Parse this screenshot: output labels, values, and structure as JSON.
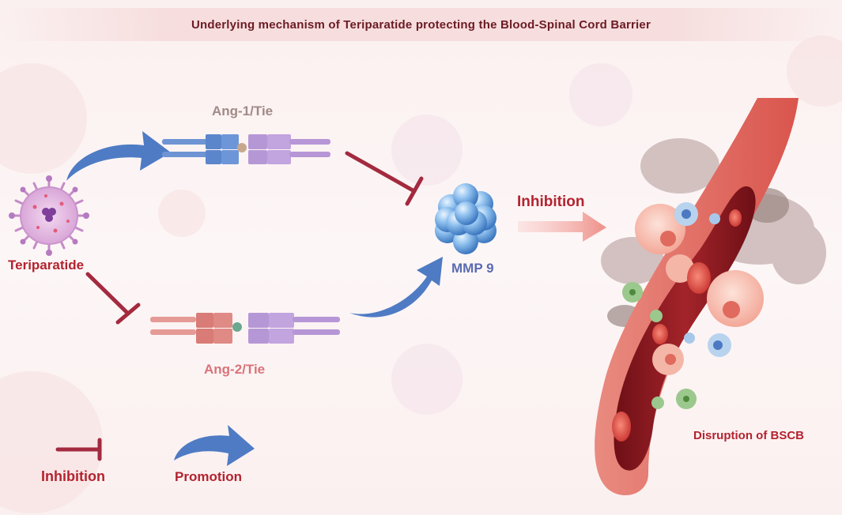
{
  "title": "Underlying mechanism of Teriparatide protecting the Blood-Spinal Cord Barrier",
  "nodes": {
    "teriparatide": "Teriparatide",
    "ang1_tie": "Ang-1/Tie",
    "ang2_tie": "Ang-2/Tie",
    "mmp9": "MMP 9",
    "inhibition": "Inhibition",
    "disruption": "Disruption of BSCB"
  },
  "legend": {
    "inhibition": "Inhibition",
    "promotion": "Promotion"
  },
  "colors": {
    "title": "#6b1b24",
    "inhibit": "#a32a3f",
    "promote": "#4f7bc4",
    "ang1": "#a08a86",
    "ang2": "#d9737a",
    "mmp9": "#5a6bb0",
    "label_red": "#b3232f"
  }
}
